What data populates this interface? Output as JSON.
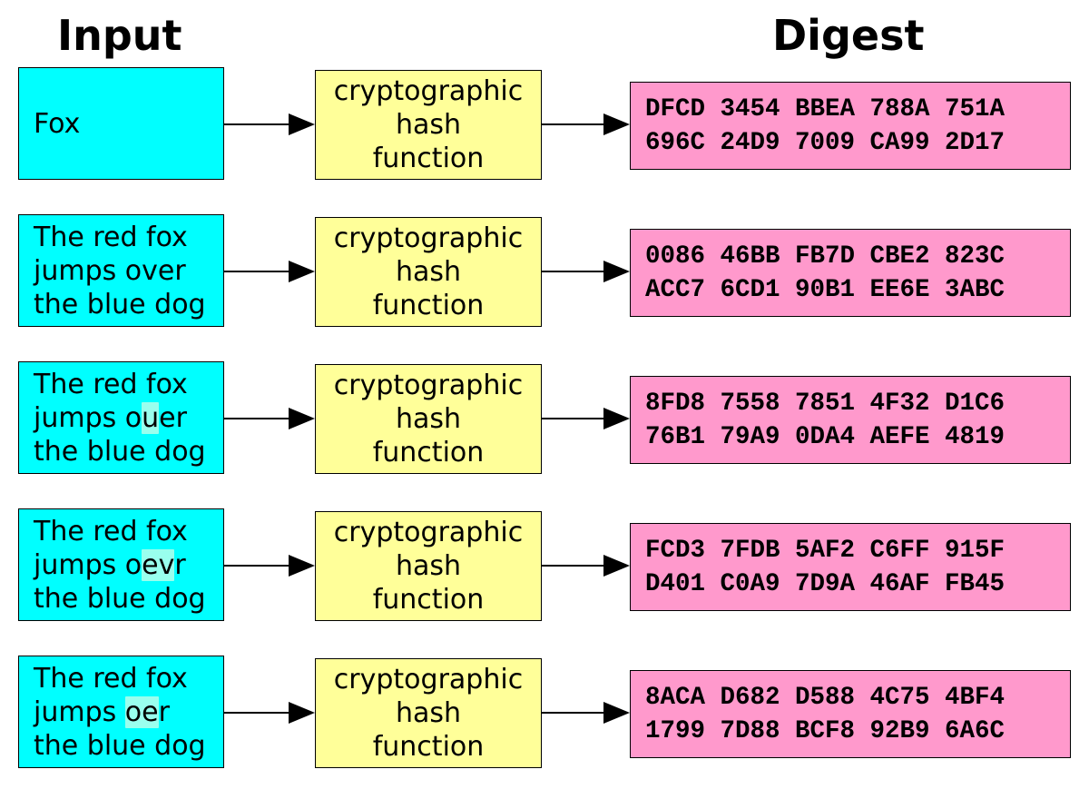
{
  "headers": {
    "input": "Input",
    "digest": "Digest"
  },
  "colors": {
    "input_fill": "#00FFFF",
    "hash_fill": "#FFFF99",
    "digest_fill": "#FF99CC",
    "highlight": "#99FFEE",
    "line": "#000000"
  },
  "rows": [
    {
      "input_lines": [
        [
          {
            "t": "Fox",
            "hl": false
          }
        ]
      ],
      "hash_lines": [
        "cryptographic",
        "hash",
        "function"
      ],
      "digest_lines": [
        "DFCD 3454 BBEA 788A 751A",
        "696C 24D9 7009 CA99 2D17"
      ]
    },
    {
      "input_lines": [
        [
          {
            "t": "The red fox",
            "hl": false
          }
        ],
        [
          {
            "t": "jumps over",
            "hl": false
          }
        ],
        [
          {
            "t": "the blue dog",
            "hl": false
          }
        ]
      ],
      "hash_lines": [
        "cryptographic",
        "hash",
        "function"
      ],
      "digest_lines": [
        "0086 46BB FB7D CBE2 823C",
        "ACC7 6CD1 90B1 EE6E 3ABC"
      ]
    },
    {
      "input_lines": [
        [
          {
            "t": "The red fox",
            "hl": false
          }
        ],
        [
          {
            "t": "jumps o",
            "hl": false
          },
          {
            "t": "u",
            "hl": true
          },
          {
            "t": "er",
            "hl": false
          }
        ],
        [
          {
            "t": "the blue dog",
            "hl": false
          }
        ]
      ],
      "hash_lines": [
        "cryptographic",
        "hash",
        "function"
      ],
      "digest_lines": [
        "8FD8 7558 7851 4F32 D1C6",
        "76B1 79A9 0DA4 AEFE 4819"
      ]
    },
    {
      "input_lines": [
        [
          {
            "t": "The red fox",
            "hl": false
          }
        ],
        [
          {
            "t": "jumps o",
            "hl": false
          },
          {
            "t": "ev",
            "hl": true
          },
          {
            "t": "r",
            "hl": false
          }
        ],
        [
          {
            "t": "the blue dog",
            "hl": false
          }
        ]
      ],
      "hash_lines": [
        "cryptographic",
        "hash",
        "function"
      ],
      "digest_lines": [
        "FCD3 7FDB 5AF2 C6FF 915F",
        "D401 C0A9 7D9A 46AF FB45"
      ]
    },
    {
      "input_lines": [
        [
          {
            "t": "The red fox",
            "hl": false
          }
        ],
        [
          {
            "t": "jumps ",
            "hl": false
          },
          {
            "t": "oe",
            "hl": true
          },
          {
            "t": "r",
            "hl": false
          }
        ],
        [
          {
            "t": "the blue dog",
            "hl": false
          }
        ]
      ],
      "hash_lines": [
        "cryptographic",
        "hash",
        "function"
      ],
      "digest_lines": [
        "8ACA D682 D588 4C75 4BF4",
        "1799 7D88 BCF8 92B9 6A6C"
      ]
    }
  ]
}
